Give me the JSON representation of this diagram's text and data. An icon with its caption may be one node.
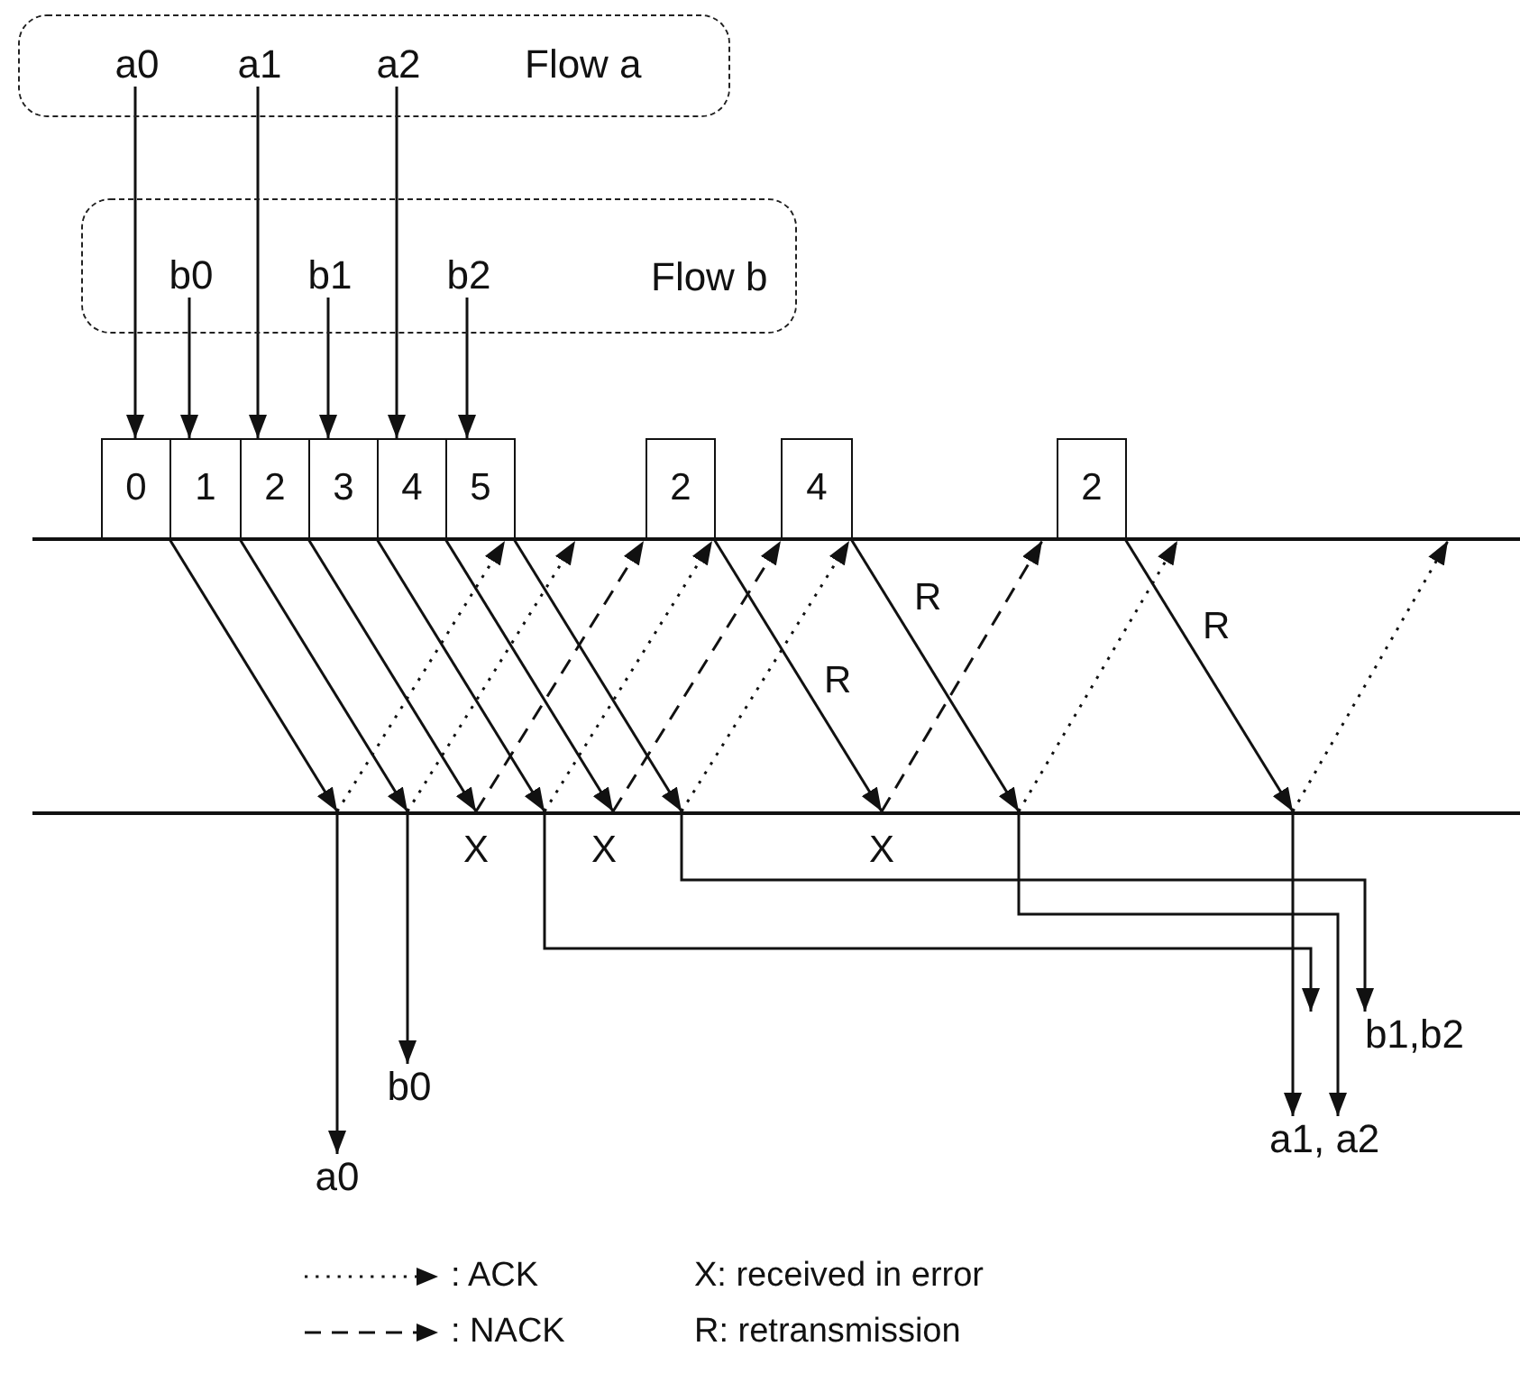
{
  "diagram": {
    "nodes": [
      {
        "text": [
          "Flow a"
        ]
      },
      {
        "text": [
          "a0"
        ],
        "in": 0
      },
      {
        "text": [
          "a1"
        ],
        "in": 0
      },
      {
        "text": [
          "a2"
        ],
        "in": 0
      },
      {
        "text": [
          "Flow b"
        ]
      },
      {
        "text": [
          "b0"
        ],
        "in": 4
      },
      {
        "text": [
          "b1"
        ],
        "in": 4
      },
      {
        "text": [
          "b2"
        ],
        "in": 4
      },
      {
        "text": [
          "0"
        ]
      },
      {
        "text": [
          "1"
        ]
      },
      {
        "text": [
          "2"
        ]
      },
      {
        "text": [
          "3"
        ]
      },
      {
        "text": [
          "4"
        ]
      },
      {
        "text": [
          "5"
        ]
      },
      {
        "text": [
          "2"
        ]
      },
      {
        "text": [
          "4"
        ]
      },
      {
        "text": [
          "2"
        ]
      },
      {
        "text": [],
        "shape": "bar"
      },
      {
        "text": [],
        "shape": "bar"
      },
      {
        "text": [
          "b0"
        ]
      },
      {
        "text": [
          "b1,b2"
        ]
      },
      {
        "text": [
          "a0"
        ]
      },
      {
        "text": [
          "a1, a2"
        ]
      }
    ],
    "edges": [
      {
        "from": 1,
        "to": 8,
        "arrow": "to"
      },
      {
        "from": 5,
        "to": 9,
        "arrow": "to"
      },
      {
        "from": 2,
        "to": 10,
        "arrow": "to"
      },
      {
        "from": 6,
        "to": 11,
        "arrow": "to"
      },
      {
        "from": 3,
        "to": 12,
        "arrow": "to"
      },
      {
        "from": 7,
        "to": 13,
        "arrow": "to"
      },
      {
        "from": 8,
        "to": 18,
        "arrow": "to"
      },
      {
        "from": 9,
        "to": 18,
        "arrow": "to"
      },
      {
        "from": 10,
        "to": 18,
        "arrow": "to"
      },
      {
        "from": 11,
        "to": 18,
        "arrow": "to"
      },
      {
        "from": 12,
        "to": 18,
        "arrow": "to"
      },
      {
        "from": 13,
        "to": 18,
        "arrow": "to"
      },
      {
        "from": 14,
        "to": 18,
        "arrow": "to",
        "label": "R"
      },
      {
        "from": 15,
        "to": 18,
        "arrow": "to",
        "label": "R"
      },
      {
        "from": 16,
        "to": 18,
        "arrow": "to",
        "label": "R"
      },
      {
        "from": 18,
        "to": 17,
        "arrow": "to",
        "style": "dashed"
      },
      {
        "from": 18,
        "to": 17,
        "arrow": "to",
        "style": "dashed"
      },
      {
        "from": 18,
        "to": 17,
        "arrow": "to",
        "style": "dashed"
      },
      {
        "from": 18,
        "to": 17,
        "arrow": "to",
        "style": "dashed"
      },
      {
        "from": 18,
        "to": 17,
        "arrow": "to",
        "style": "dashed"
      },
      {
        "from": 18,
        "to": 17,
        "arrow": "to",
        "style": "dashed"
      },
      {
        "from": 18,
        "to": 17,
        "arrow": "to",
        "style": "dashed"
      },
      {
        "from": 18,
        "to": 17,
        "arrow": "to",
        "style": "dashed"
      },
      {
        "from": 18,
        "to": 17,
        "arrow": "to",
        "style": "dashed"
      },
      {
        "from": 18,
        "to": 21,
        "arrow": "to"
      },
      {
        "from": 18,
        "to": 19,
        "arrow": "to"
      },
      {
        "from": 18,
        "to": 20,
        "arrow": "to"
      },
      {
        "from": 18,
        "to": 20,
        "arrow": "to"
      },
      {
        "from": 18,
        "to": 22,
        "arrow": "to"
      },
      {
        "from": 18,
        "to": 22,
        "arrow": "to"
      }
    ],
    "labels": [
      "X",
      "X",
      "X",
      "X: received in error",
      "R: retransmission"
    ],
    "legend": [
      {
        "text": ": ACK"
      },
      {
        "text": ": NACK"
      }
    ]
  }
}
